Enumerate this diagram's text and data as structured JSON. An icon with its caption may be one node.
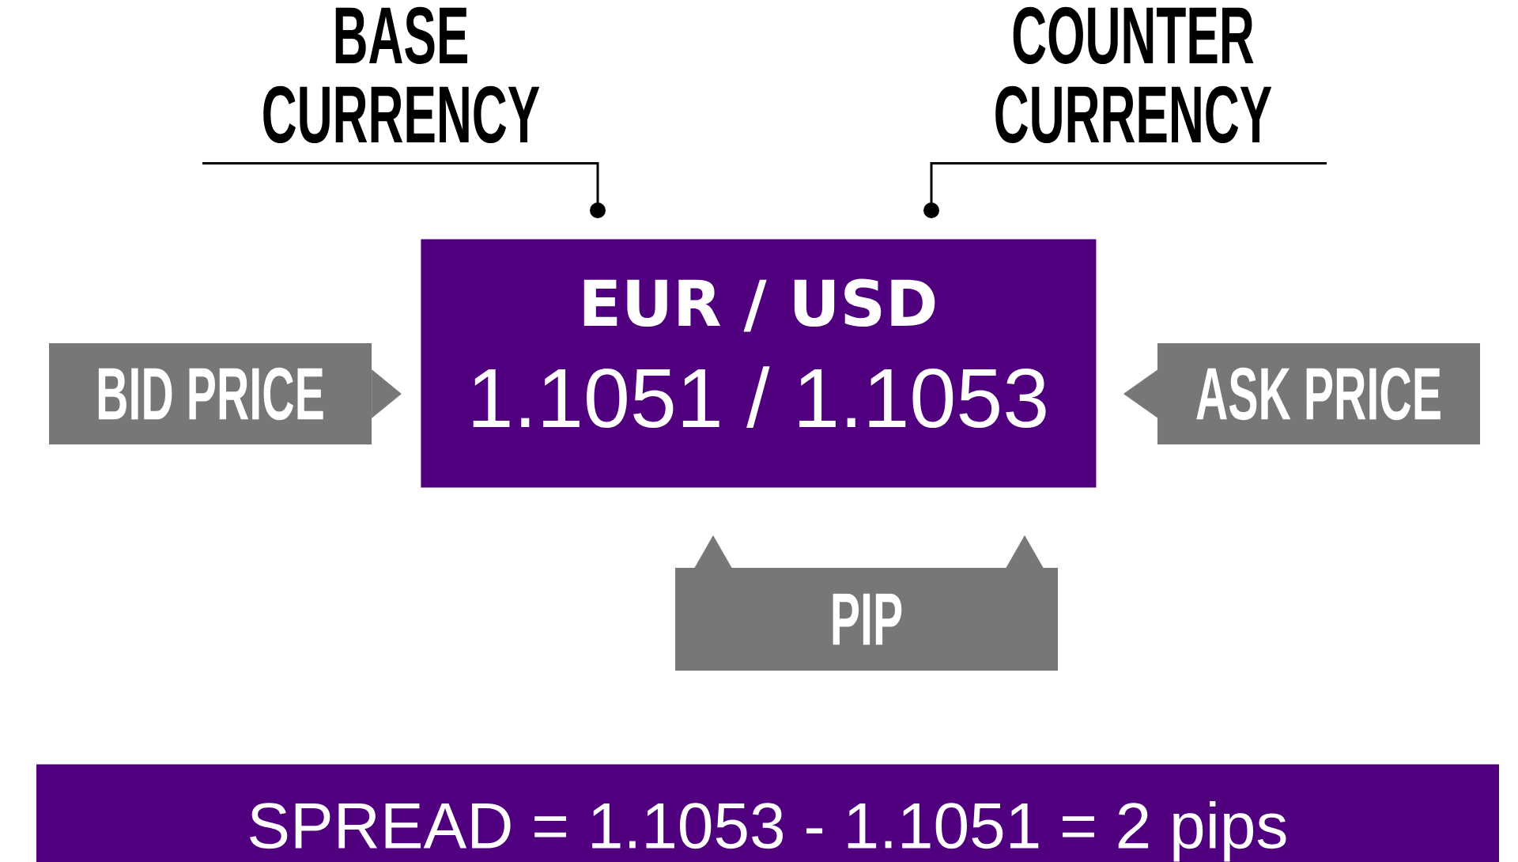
{
  "diagram": {
    "nodes": [
      {
        "text": [
          "BASE CURRENCY"
        ]
      },
      {
        "text": [
          "COUNTER CURRENCY"
        ]
      },
      {
        "text": [
          "EUR / USD",
          "1.1051 / 1.1053"
        ]
      },
      {
        "text": [
          "BID PRICE"
        ]
      },
      {
        "text": [
          "ASK PRICE"
        ]
      },
      {
        "text": [
          "PIP"
        ]
      },
      {
        "text": [
          "SPREAD = 1.1053 - 1.1051 = 2 pips"
        ]
      }
    ],
    "edges": [
      {
        "from": 0,
        "to": 2,
        "arrow": "other",
        "color": "#000000"
      },
      {
        "from": 1,
        "to": 2,
        "arrow": "other",
        "color": "#000000"
      },
      {
        "from": 3,
        "to": 2,
        "arrow": "to"
      },
      {
        "from": 4,
        "to": 2,
        "arrow": "to"
      },
      {
        "from": 5,
        "to": 2,
        "arrow": "to"
      },
      {
        "from": 5,
        "to": 2,
        "arrow": "to"
      }
    ]
  }
}
